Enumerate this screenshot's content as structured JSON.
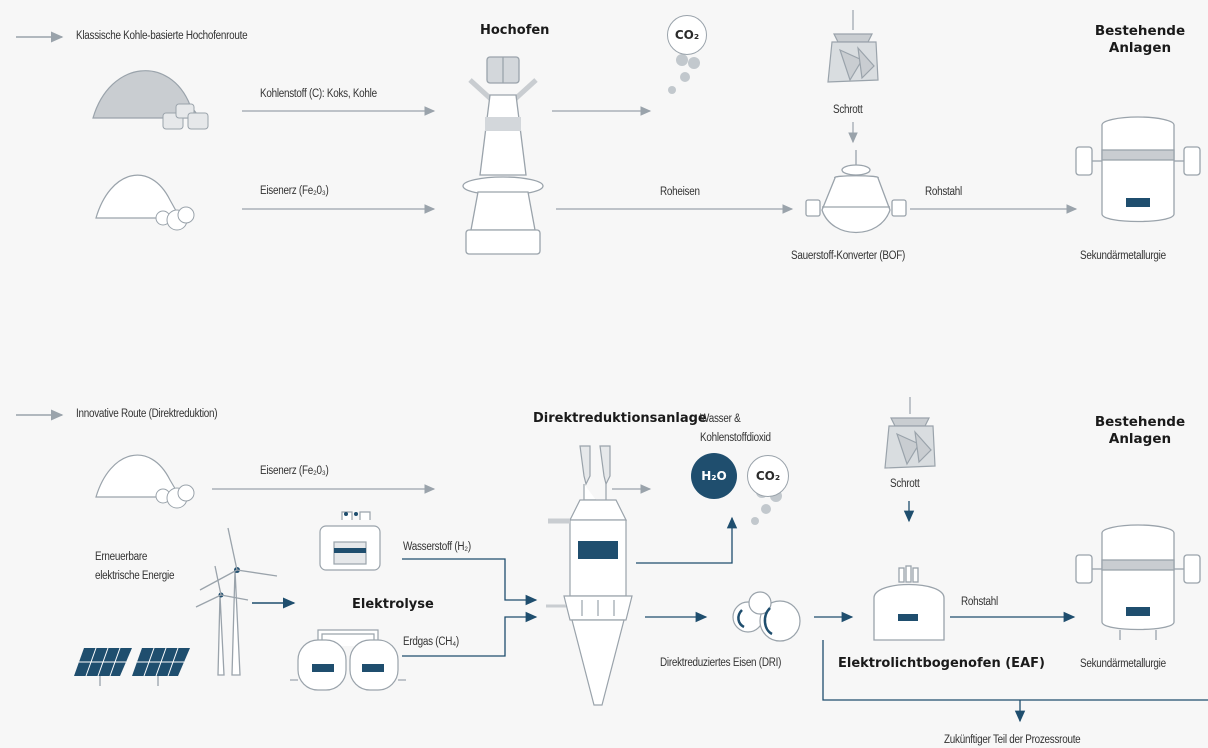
{
  "legend": {
    "classic": "Klassische Kohle-basierte Hochofenroute",
    "innovative": "Innovative Route (Direktreduktion)"
  },
  "classic_route": {
    "input_carbon": "Kohlenstoff (C): Koks, Kohle",
    "input_ore": "Eisenerz (Fe₂0₃)",
    "blast_furnace": "Hochofen",
    "co2": "CO₂",
    "scrap": "Schrott",
    "pig_iron": "Roheisen",
    "converter": "Sauerstoff-Konverter (BOF)",
    "crude_steel": "Rohstahl",
    "existing_plants": "Bestehende Anlagen",
    "secondary_metallurgy": "Sekundärmetallurgie"
  },
  "innovative_route": {
    "input_ore": "Eisenerz (Fe₂0₃)",
    "renewable": "Erneuerbare elektrische Energie",
    "hydrogen": "Wasserstoff (H₂)",
    "electrolysis": "Elektrolyse",
    "natural_gas": "Erdgas (CH₄)",
    "dr_plant": "Direktreduktionsanlage",
    "byproducts": "Wasser & Kohlenstoffdioxid",
    "h2o": "H₂O",
    "co2": "CO₂",
    "dri": "Direktreduziertes Eisen (DRI)",
    "scrap": "Schrott",
    "eaf": "Elektrolichtbogenofen (EAF)",
    "crude_steel": "Rohstahl",
    "existing_plants": "Bestehende Anlagen",
    "secondary_metallurgy": "Sekundärmetallurgie",
    "future": "Zukünftiger Teil der Prozessroute"
  },
  "colors": {
    "grey": "#9aa3ab",
    "navy": "#1f4e6e",
    "outline": "#b3bac0",
    "fill": "#ffffff"
  }
}
